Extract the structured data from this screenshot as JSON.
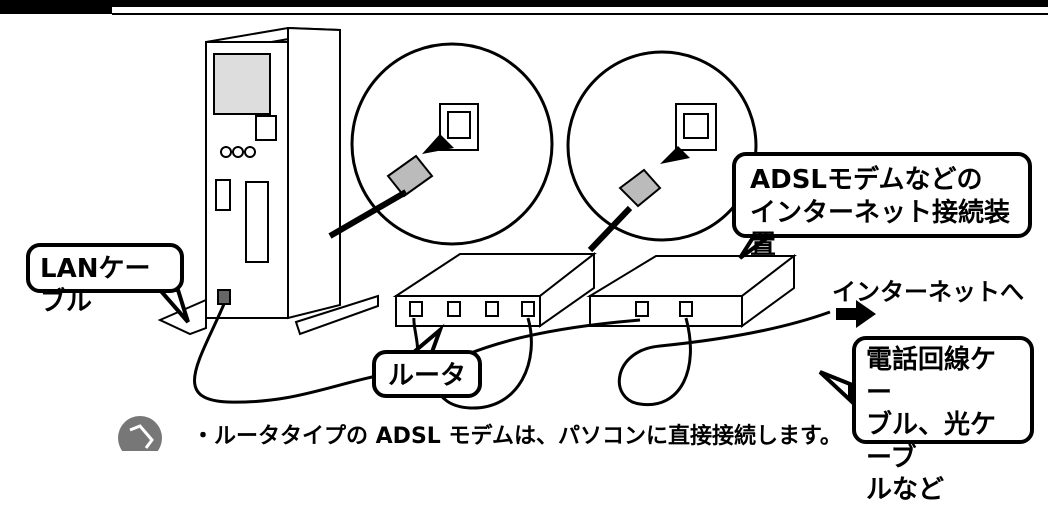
{
  "labels": {
    "lan_cable": "LANケーブル",
    "adsl_line1": "ADSLモデムなどの",
    "adsl_line2": "インターネット接続装置",
    "internet": "インターネットへ",
    "phone_line1": "電話回線ケー",
    "phone_line2": "ブル、光ケーブ",
    "phone_line3": "ルなど",
    "router": "ルータ"
  },
  "note": {
    "text": "・ルータタイプの ADSL モデムは、パソコンに直接接続します。"
  },
  "icons": {
    "note_icon": "note-hand-icon",
    "arrow": "right-arrow-icon"
  }
}
